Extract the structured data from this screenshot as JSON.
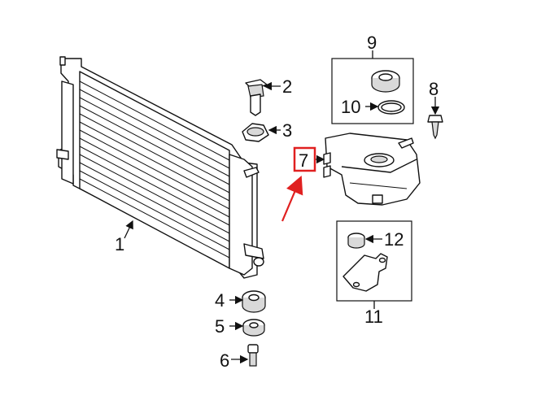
{
  "diagram": {
    "callouts": {
      "c1": "1",
      "c2": "2",
      "c3": "3",
      "c4": "4",
      "c5": "5",
      "c6": "6",
      "c7": "7",
      "c8": "8",
      "c9": "9",
      "c10": "10",
      "c11": "11",
      "c12": "12"
    },
    "highlight_color": "#e02020",
    "line_color": "#111111"
  }
}
